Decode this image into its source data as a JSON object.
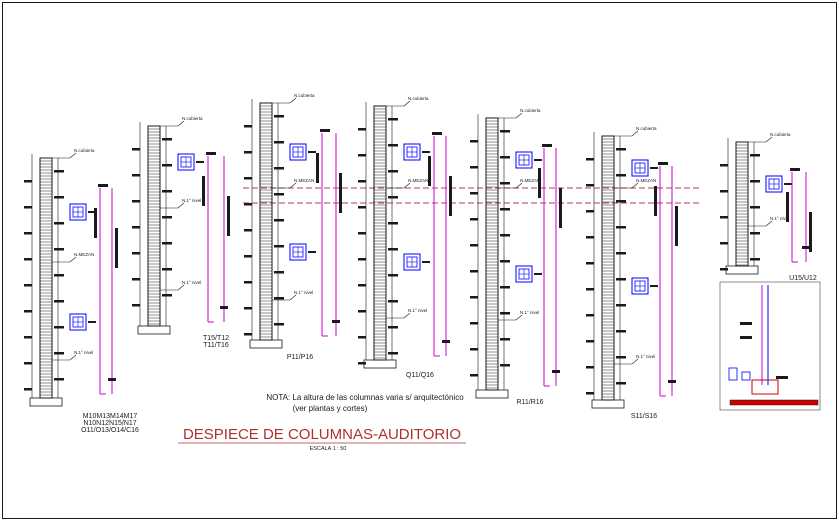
{
  "drawing": {
    "title": "DESPIECE DE COLUMNAS-AUDITORIO",
    "scale": "ESCALA 1 : 50",
    "note_line1": "NOTA: La altura de las columnas varia s/ arquitectónico",
    "note_line2": "(ver plantas y cortes)"
  },
  "columns": [
    {
      "label_lines": [
        "M10M13M14M17",
        "N10N12N15/N17",
        "O11/O13/O14/C16"
      ],
      "levels": [
        "N.cubierta",
        "N.MEZAN",
        "N.1° nivel"
      ]
    },
    {
      "label_lines": [
        "T15/T12",
        "T11/T16"
      ],
      "levels": [
        "N.cubierta",
        "N.1° nivel",
        "N.1° nivel"
      ]
    },
    {
      "label_lines": [
        "P11/P16"
      ],
      "levels": [
        "N.cubierta",
        "N.MEZAN",
        "N.1° nivel"
      ]
    },
    {
      "label_lines": [
        "Q11/Q16"
      ],
      "levels": [
        "N.cubierta",
        "N.MEZAN",
        "N.1° nivel"
      ]
    },
    {
      "label_lines": [
        "R11/R16"
      ],
      "levels": [
        "N.cubierta",
        "N.MEZAN",
        "N.1° nivel"
      ]
    },
    {
      "label_lines": [
        "S11/S16"
      ],
      "levels": [
        "N.cubierta",
        "N.MEZAN",
        "N.1° nivel"
      ]
    },
    {
      "label_lines": [
        "U15/U12"
      ],
      "levels": [
        "N.cubierta",
        "N.1° nivel"
      ]
    }
  ],
  "colors": {
    "line": "#1a1a1a",
    "magenta": "#d000d0",
    "blue": "#0000ff",
    "red": "#cc0000",
    "dashed": "#b04040"
  }
}
